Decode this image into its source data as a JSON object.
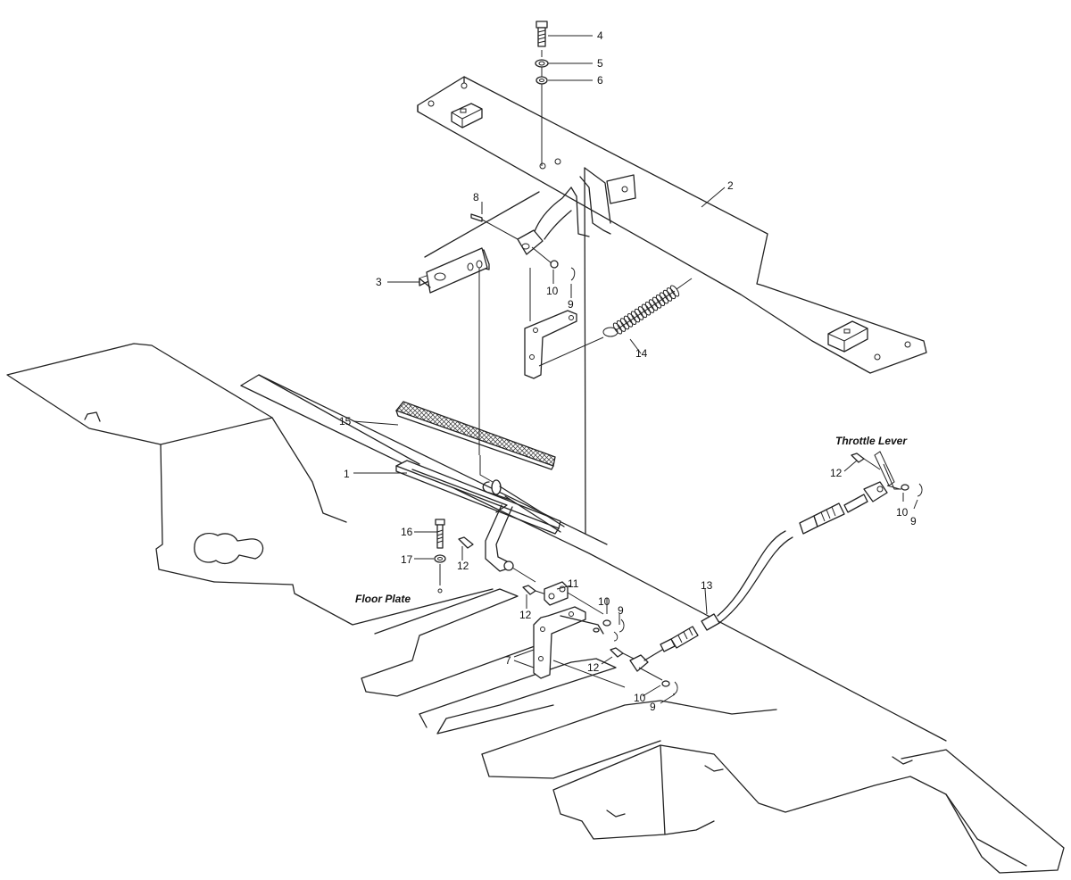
{
  "labels": {
    "floor_plate": "Floor Plate",
    "throttle_lever": "Throttle Lever"
  },
  "callouts": {
    "c1": "1",
    "c2": "2",
    "c3": "3",
    "c4": "4",
    "c5": "5",
    "c6": "6",
    "c7": "7",
    "c8": "8",
    "c9a": "9",
    "c9b": "9",
    "c9c": "9",
    "c9d": "9",
    "c10a": "10",
    "c10b": "10",
    "c10c": "10",
    "c10d": "10",
    "c11": "11",
    "c12a": "12",
    "c12b": "12",
    "c12c": "12",
    "c12d": "12",
    "c13": "13",
    "c14": "14",
    "c15": "15",
    "c16": "16",
    "c17": "17"
  }
}
